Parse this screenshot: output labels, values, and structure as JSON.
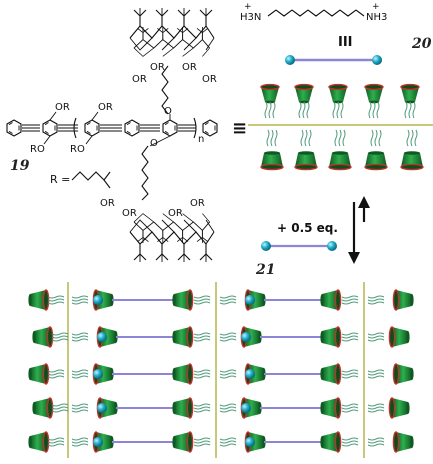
{
  "labels": {
    "compound_19": "19",
    "compound_20": "20",
    "compound_21": "21",
    "r_definition": "R =",
    "or_label": "OR",
    "ro_label": "RO",
    "o_label": "O",
    "n_label": "n",
    "amine_left": "H3N",
    "amine_right": "NH3",
    "plus_sign": "+",
    "equivalents": "+ 0.5 eq.",
    "equiv_sign": "≡",
    "triple_bar": "III"
  },
  "colors": {
    "cone_green": "#1f8a3a",
    "cone_dark": "#0f5a22",
    "cone_rim": "#c2312b",
    "sphere": "#1aa9c4",
    "sphere_highlight": "#bff3ff",
    "linker": "#8d86d6",
    "wall": "#c8c87a",
    "tail": "#4f9a7a"
  },
  "icons": {
    "calixarene": "green-cone-calixarene-icon",
    "diamine": "sphere-dumbbell-icon",
    "arrow": "equilibrium-arrows-icon"
  }
}
